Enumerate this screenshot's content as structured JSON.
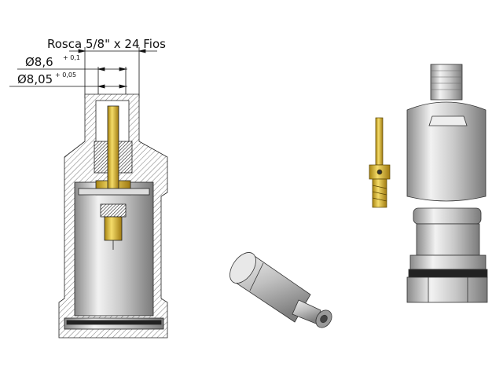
{
  "dimensions": {
    "thread": "Rosca 5/8\" x 24 Fios",
    "dia1_main": "Ø8,6",
    "dia1_tol": "+ 0,1",
    "dia2_main": "Ø8,05",
    "dia2_tol": "+ 0,05"
  },
  "colors": {
    "brass": "#d4b030",
    "steel": "#c8c8c8",
    "line": "#222222"
  }
}
